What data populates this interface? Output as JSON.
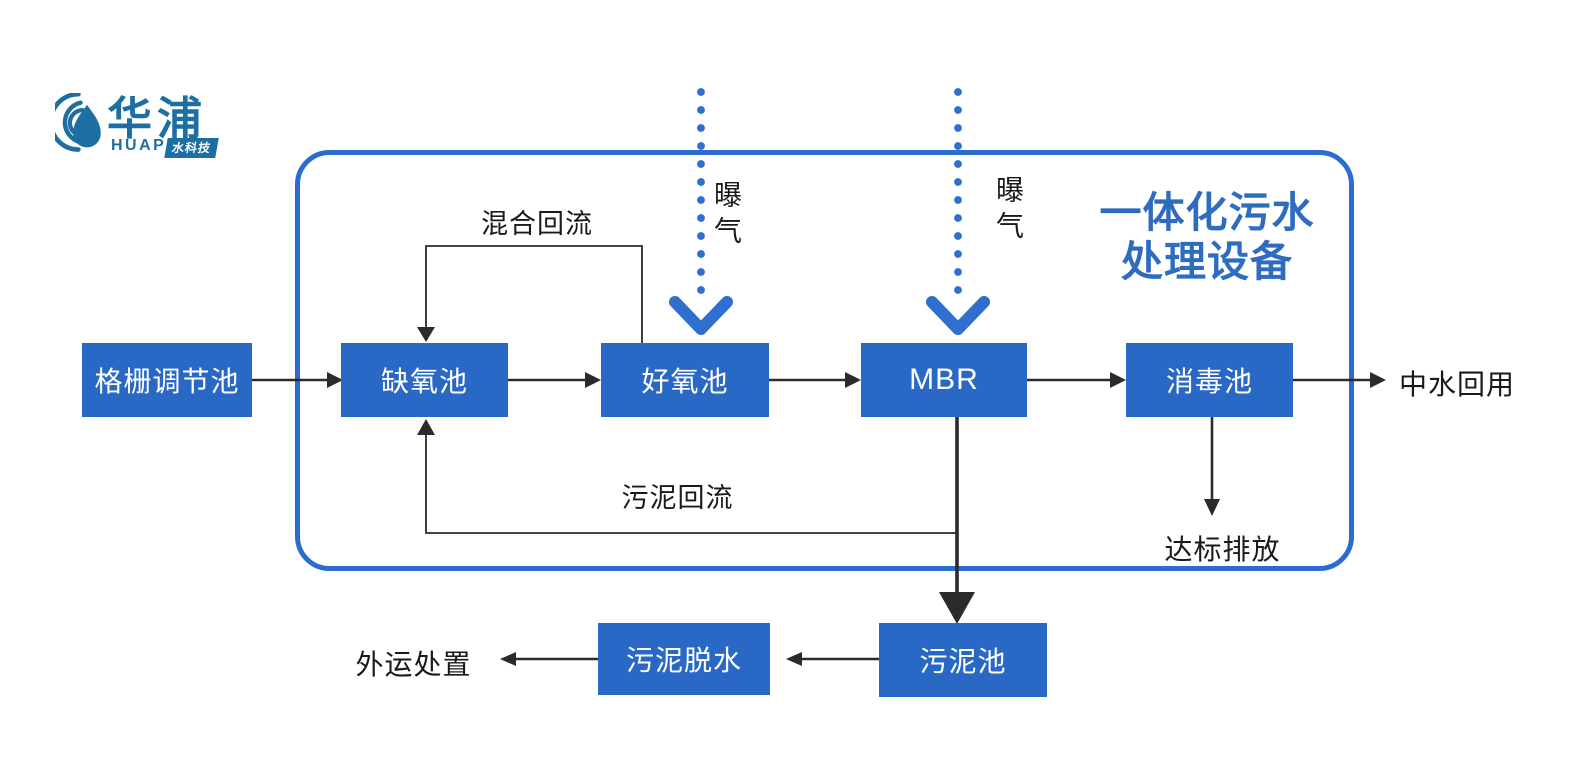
{
  "logo": {
    "cn": "华浦",
    "en": "HUAPU",
    "sub": "水科技"
  },
  "title": {
    "line1": "一体化污水",
    "line2": "处理设备"
  },
  "nodes": {
    "grid_tank": "格栅调节池",
    "anoxic_tank": "缺氧池",
    "aerobic_tank": "好氧池",
    "mbr": "MBR",
    "disinfection_tank": "消毒池",
    "sludge_tank": "污泥池",
    "sludge_dewatering": "污泥脱水"
  },
  "labels": {
    "mixed_reflux": "混合回流",
    "sludge_reflux": "污泥回流",
    "aeration": "曝气",
    "reclaimed_water": "中水回用",
    "standard_discharge": "达标排放",
    "external_disposal": "外运处置"
  },
  "colors": {
    "box_blue": "#2a68c6",
    "border_blue": "#2b6cce",
    "aeration_blue": "#2e6fd0",
    "title_blue": "#2e6cc0",
    "logo_blue": "#1d6fa3",
    "line_black": "#2b2b2b"
  }
}
